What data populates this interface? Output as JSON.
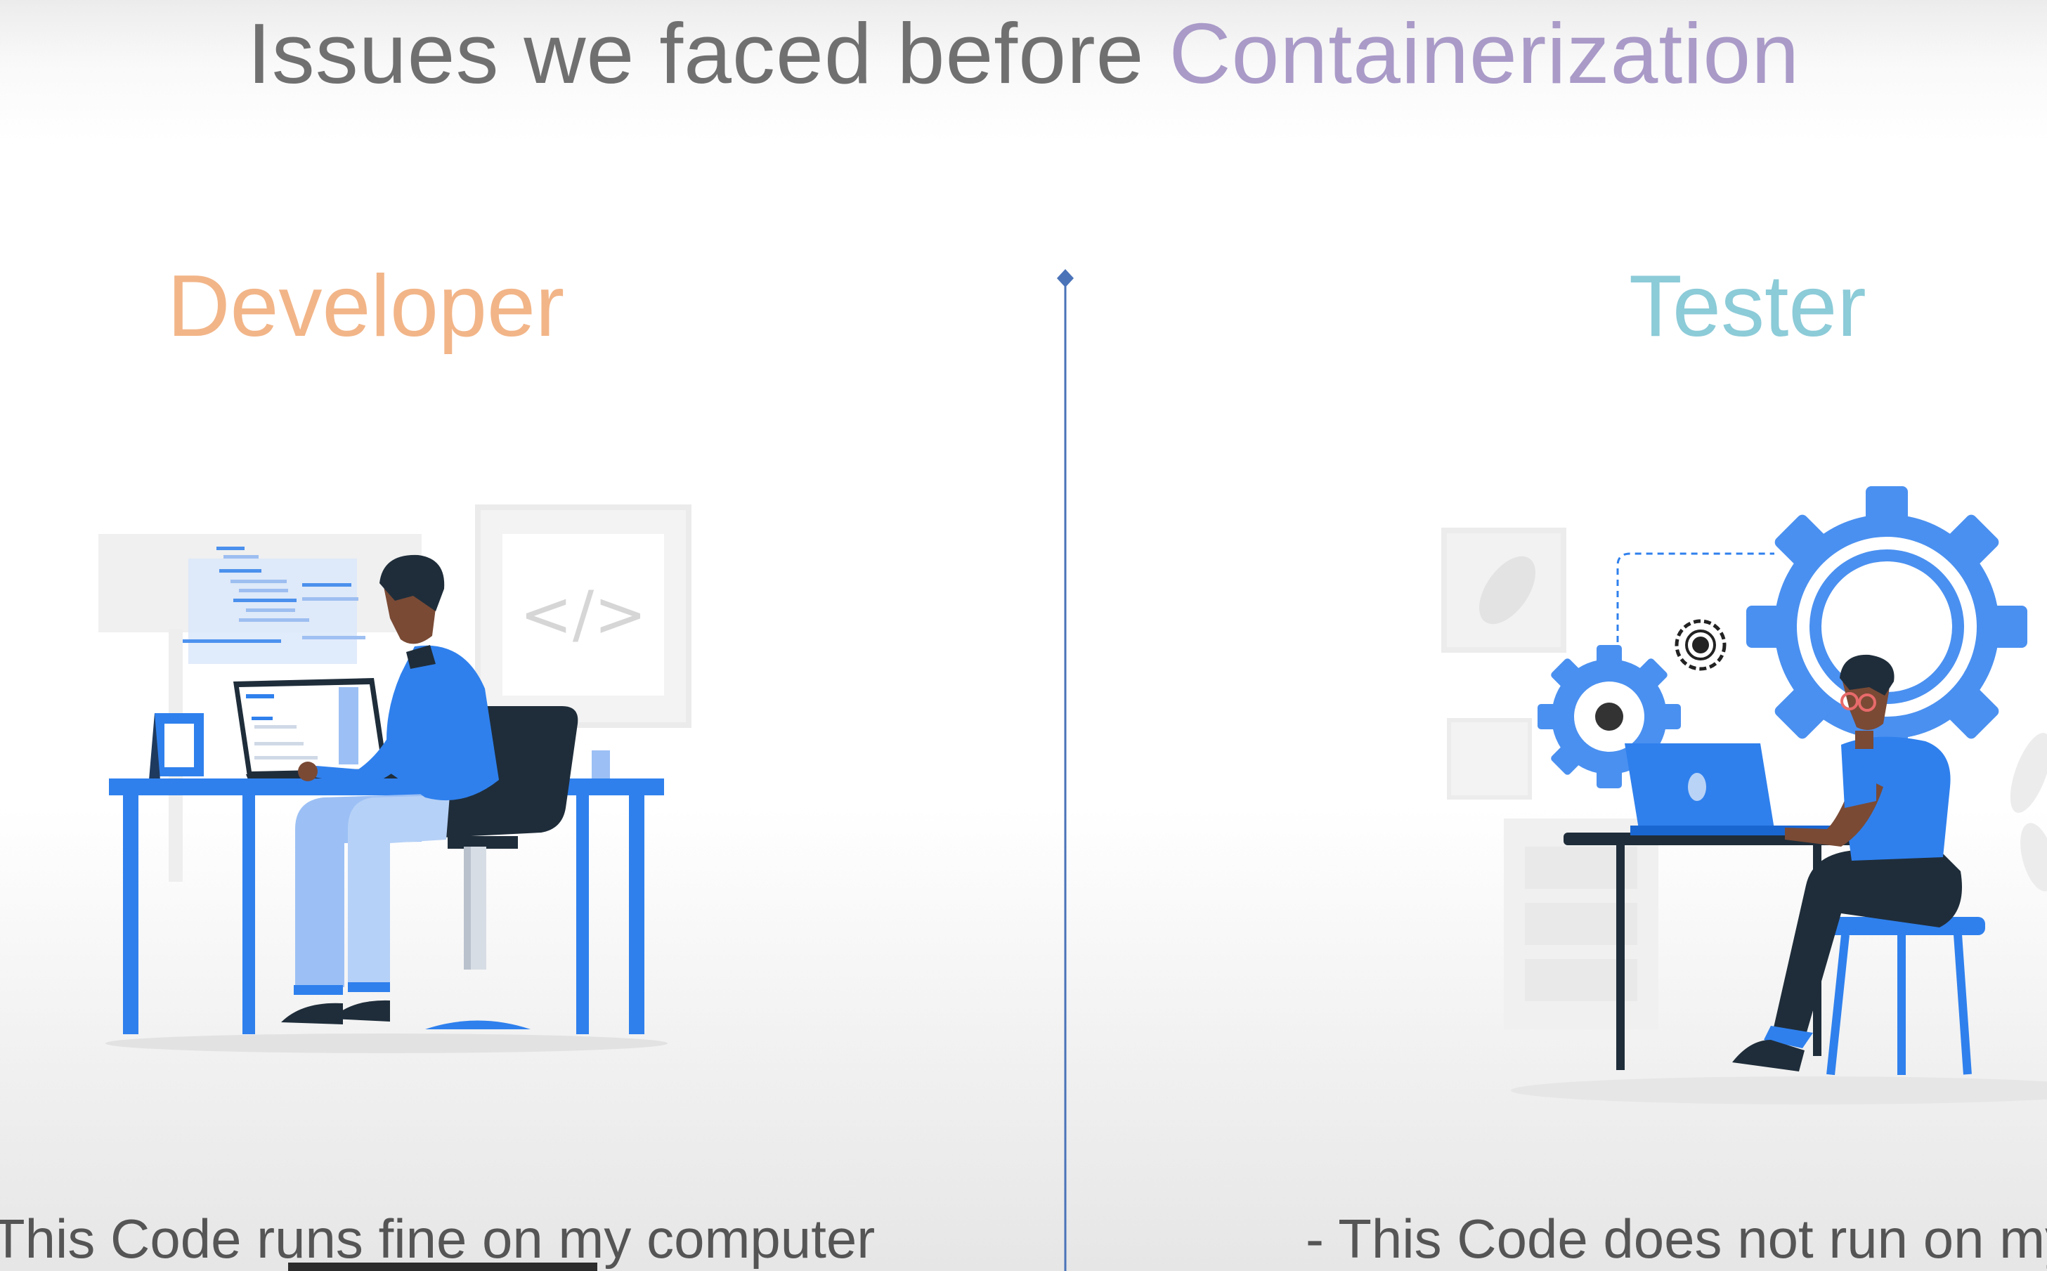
{
  "slide": {
    "title_main": "Issues we faced before",
    "title_accent": "Containerization",
    "developer_label": "Developer",
    "tester_label": "Tester",
    "developer_caption": "This Code runs fine on my computer",
    "tester_caption": "- This Code does not run on my",
    "code_symbol": "</>"
  },
  "colors": {
    "title": "#707070",
    "accent": "#a99ac8",
    "developer": "#f2b588",
    "tester": "#8ccbd8",
    "illustration_blue": "#2f80ed",
    "divider": "#4a73b8"
  },
  "video": {
    "progress_fraction": 0.29
  }
}
